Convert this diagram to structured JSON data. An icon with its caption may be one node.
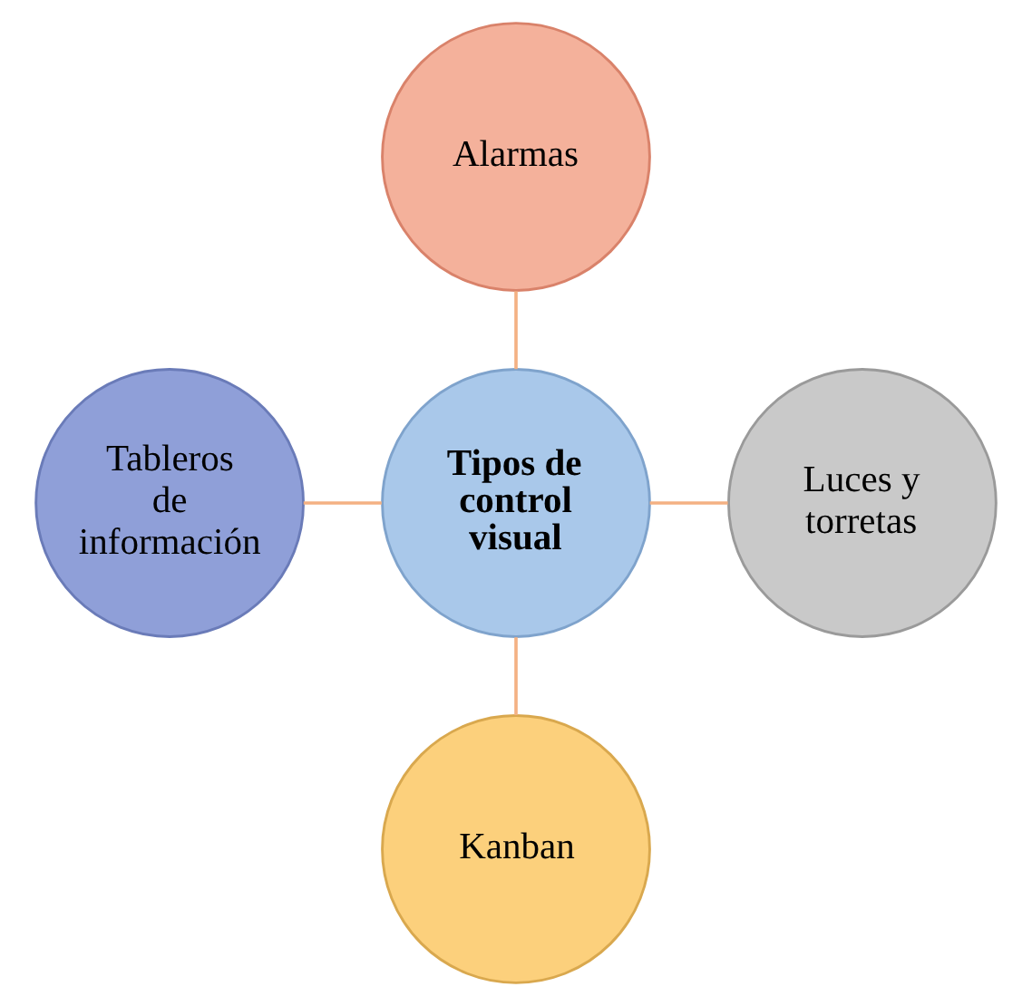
{
  "diagram": {
    "nodes": [
      {
        "text": [
          "Alarmas"
        ]
      },
      {
        "text": [
          "Tableros de información"
        ]
      },
      {
        "text": [
          "Tipos de control visual"
        ]
      },
      {
        "text": [
          "Luces y torretas"
        ]
      },
      {
        "text": [
          "Kanban"
        ]
      }
    ],
    "edges": [
      {
        "from": 0,
        "to": 2,
        "arrow": "none"
      },
      {
        "from": 1,
        "to": 2,
        "arrow": "none"
      },
      {
        "from": 2,
        "to": 3,
        "arrow": "none"
      },
      {
        "from": 2,
        "to": 4,
        "arrow": "none"
      }
    ]
  }
}
